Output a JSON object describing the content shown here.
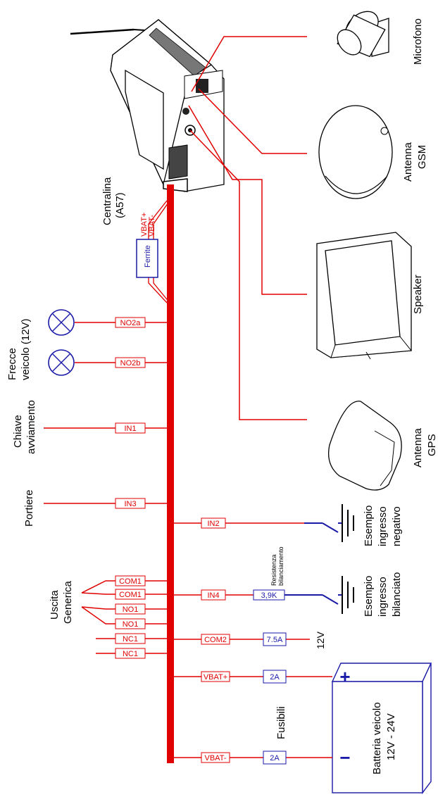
{
  "colors": {
    "wire": "#e00000",
    "fuse": "#1a1aa8",
    "outline": "#000000",
    "lamp": "#1a1aa8"
  },
  "devices": {
    "microphone": "Microfono",
    "antenna_gsm": [
      "Antenna",
      "GSM"
    ],
    "speaker": "Speaker",
    "antenna_gps": [
      "Antenna",
      "GPS"
    ],
    "control_unit": [
      "Centralina",
      "(A57)"
    ]
  },
  "ferrite": {
    "label": "Ferrite",
    "vbat_plus": "VBAT+",
    "vbat_minus": "VBAT-"
  },
  "inputs": {
    "indicators": {
      "label": [
        "Frecce",
        "veicolo (12V)"
      ],
      "pins": [
        "NO2a",
        "NO2b"
      ]
    },
    "ignition_key": {
      "label": [
        "Chiave",
        "avviamento"
      ],
      "pin": "IN1"
    },
    "doors": {
      "label": "Portiere",
      "pin": "IN3"
    },
    "negative_input": {
      "pin": "IN2",
      "label": [
        "Esempio",
        "ingresso",
        "negativo"
      ]
    },
    "balanced_input": {
      "pin": "IN4",
      "resistor_label": [
        "Resistenza",
        "bilanciamento"
      ],
      "resistor_value": "3,9K",
      "label": [
        "Esempio",
        "ingresso",
        "bilanciato"
      ]
    }
  },
  "generic_output": {
    "label": [
      "Uscita",
      "Generica"
    ],
    "pins": [
      "COM1",
      "COM1",
      "NO1",
      "NO1",
      "NC1",
      "NC1"
    ]
  },
  "power": {
    "com2": {
      "pin": "COM2",
      "fuse": "7.5A",
      "voltage": "12V"
    },
    "vbat_plus": {
      "pin": "VBAT+",
      "fuse": "2A",
      "sign": "+"
    },
    "vbat_minus": {
      "pin": "VBAT-",
      "fuse": "2A",
      "sign": "−"
    },
    "fuses_label": "Fusibili",
    "battery_label": [
      "Batteria veicolo",
      "12V - 24V"
    ]
  }
}
